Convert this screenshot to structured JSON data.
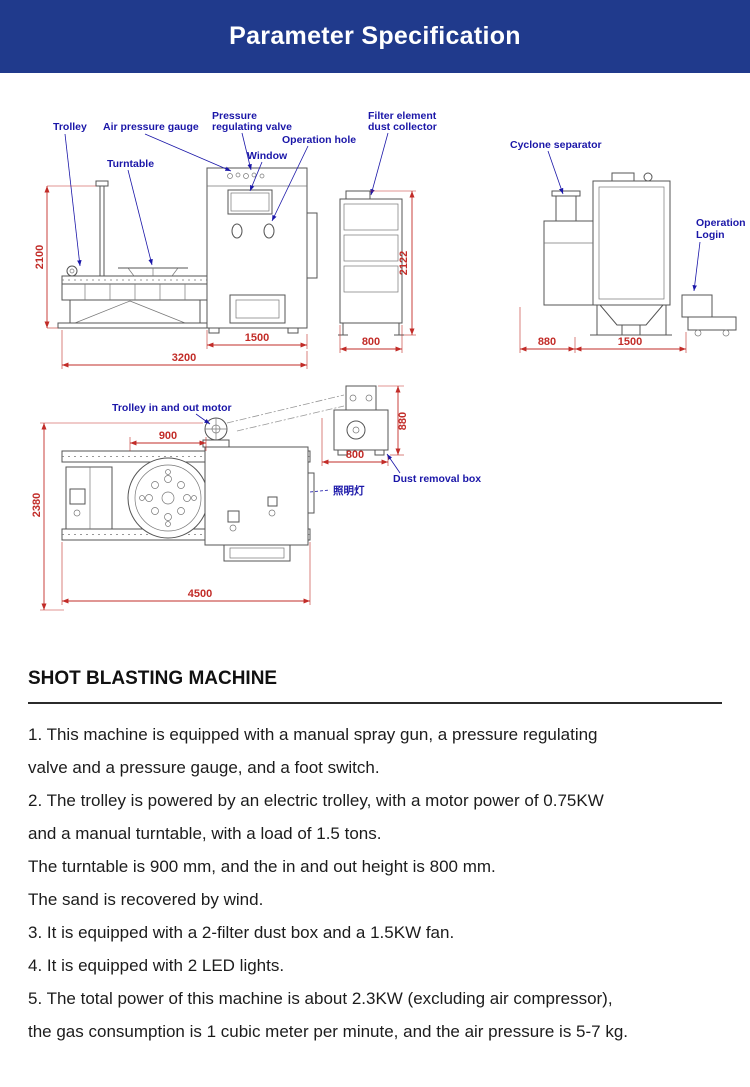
{
  "header": {
    "title": "Parameter Specification"
  },
  "colors": {
    "header_bg": "#203a8c",
    "label_blue": "#1a16a8",
    "dimension_red": "#c22c28"
  },
  "drawings": {
    "front": {
      "trolley": "Trolley",
      "air_pressure_gauge": "Air pressure gauge",
      "pressure_line1": "Pressure",
      "pressure_line2": "regulating valve",
      "operation_hole": "Operation hole",
      "window": "Window",
      "turntable": "Turntable",
      "filter_line1": "Filter element",
      "filter_line2": "dust collector",
      "dim_height": "2100",
      "dim_collector_height": "2122",
      "dim_cabinet_width": "1500",
      "dim_collector_width": "800",
      "dim_total_width": "3200"
    },
    "side": {
      "cyclone": "Cyclone separator",
      "operation_line1": "Operation",
      "operation_line2": "Login",
      "dim_left": "880",
      "dim_right": "1500"
    },
    "top": {
      "motor": "Trolley in and out motor",
      "dust_box": "Dust removal box",
      "lamp": "照明灯",
      "dim_turntable": "900",
      "dim_box_height": "880",
      "dim_box_width": "800",
      "dim_depth": "2380",
      "dim_length": "4500"
    }
  },
  "content": {
    "heading": "SHOT BLASTING MACHINE",
    "lines": [
      "1. This machine is equipped with a manual spray gun, a pressure regulating",
      "valve and a pressure gauge, and a foot switch.",
      "2. The trolley is powered by an electric trolley, with a motor power of 0.75KW",
      "and a manual turntable, with a load of 1.5 tons.",
      "The turntable is 900 mm, and the in and out height is 800 mm.",
      "The sand is recovered by wind.",
      "3. It is equipped with a 2-filter dust box and a 1.5KW fan.",
      "4. It is equipped with 2 LED lights.",
      "5. The total power of this machine is about 2.3KW (excluding air compressor),",
      "the gas consumption is 1 cubic meter per minute, and the air pressure is 5-7 kg."
    ]
  }
}
